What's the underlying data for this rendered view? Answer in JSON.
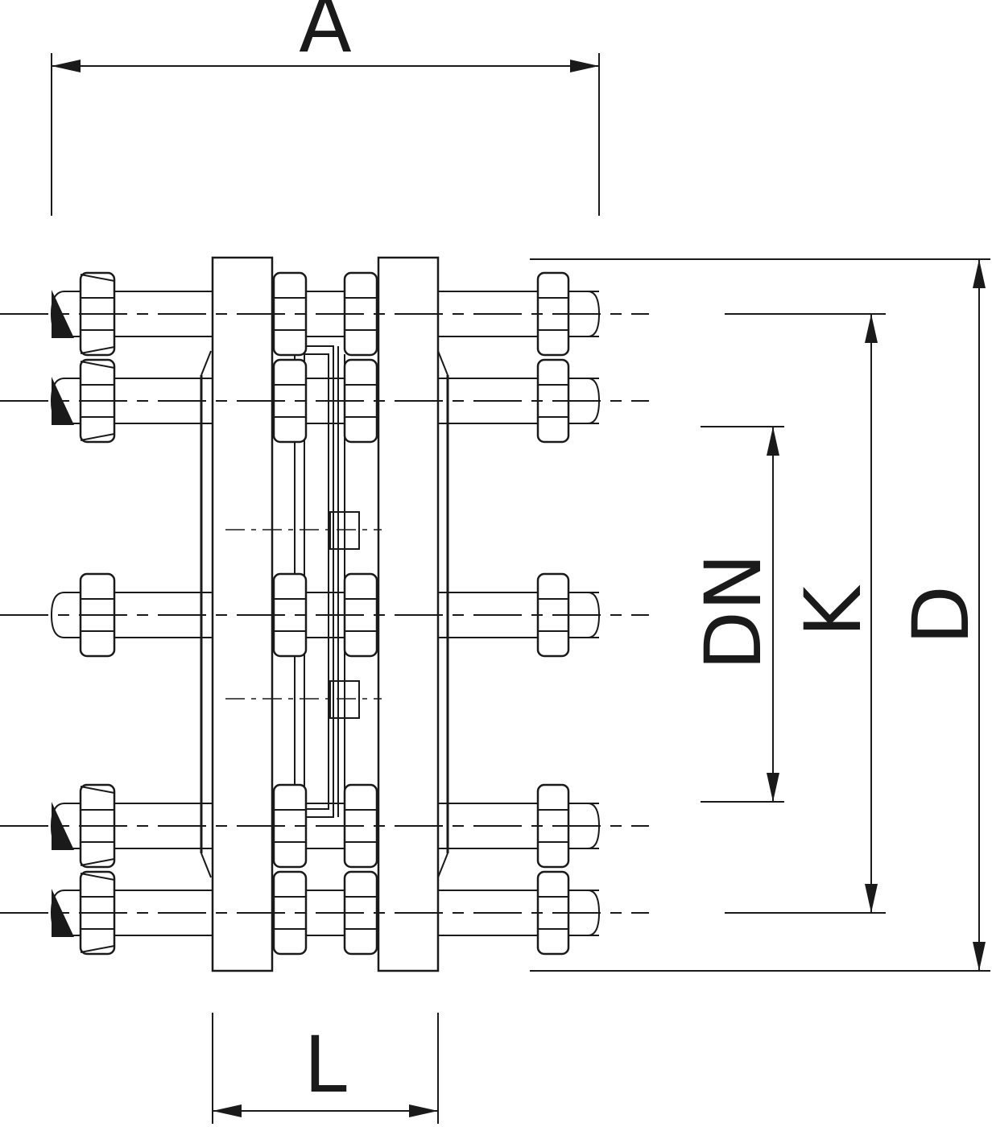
{
  "labels": {
    "A": "A",
    "D": "D",
    "K": "K",
    "DN": "DN",
    "L": "L"
  },
  "colors": {
    "line": "#1a1a1a",
    "background": "#ffffff"
  }
}
